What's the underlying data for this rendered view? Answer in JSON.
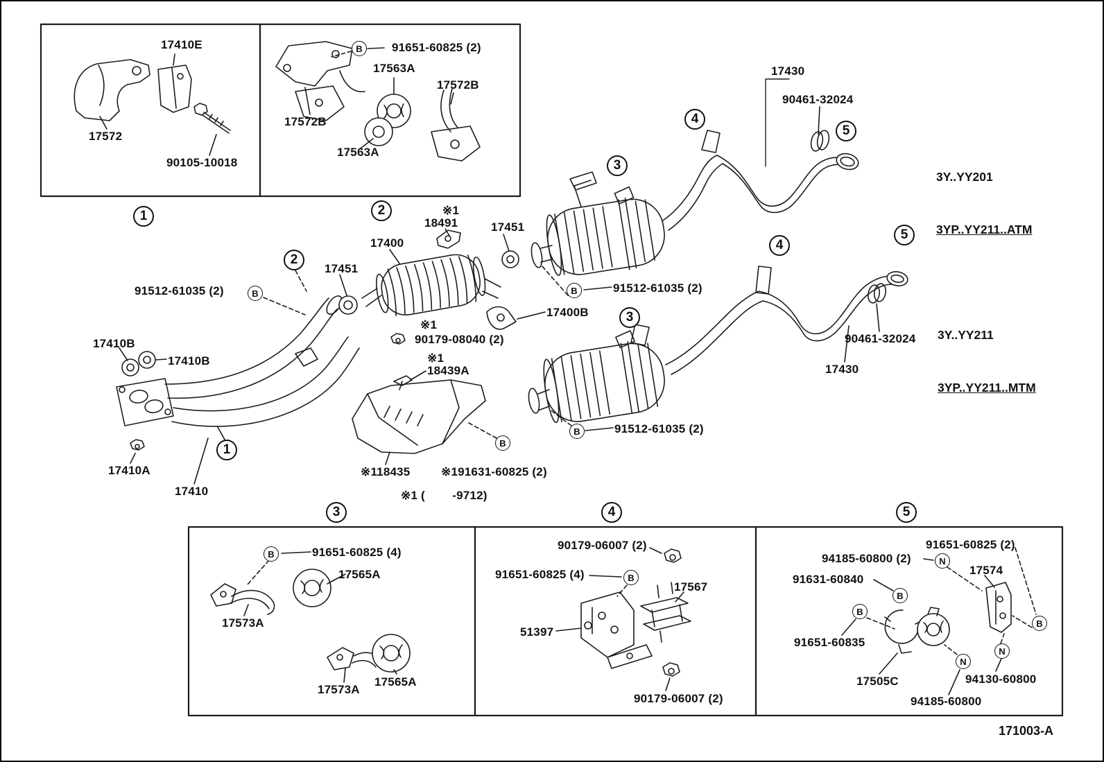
{
  "doc": {
    "number": "171003-A"
  },
  "sym": {
    "b": "B",
    "n": "N"
  },
  "nums": {
    "n1": "1",
    "n2": "2",
    "n3": "3",
    "n4": "4",
    "n5": "5"
  },
  "variants": {
    "atm1": "3Y..YY201",
    "atm2": "3YP..YY211..ATM",
    "mtm1": "3Y..YY211",
    "mtm2": "3YP..YY211..MTM"
  },
  "inset1": {
    "p17410e": "17410E",
    "p17572": "17572",
    "p90105": "90105-10018"
  },
  "inset2": {
    "p91651": "91651-60825 (2)",
    "p17563a_top": "17563A",
    "p17572b_right": "17572B",
    "p17572b_left": "17572B",
    "p17563a_bottom": "17563A"
  },
  "main": {
    "p17430_top": "17430",
    "p90461_top": "90461-32024",
    "note18491": "※1",
    "p18491": "18491",
    "p17451_right": "17451",
    "p17400": "17400",
    "p17451_left": "17451",
    "p91512_left": "91512-61035 (2)",
    "p91512_top": "91512-61035 (2)",
    "p17410b_a": "17410B",
    "p17410b_b": "17410B",
    "p17400b": "17400B",
    "note_nut": "※1",
    "p90179_08040": "90179-08040 (2)",
    "p90461_bottom": "90461-32024",
    "p17430_bottom": "17430",
    "note18439": "※1",
    "p18439a": "18439A",
    "p91512_bottom": "91512-61035 (2)",
    "p17410a": "17410A",
    "p17410": "17410",
    "p18435": "※118435",
    "p91631": "※191631-60825 (2)",
    "footnote": "※1 (        -9712)"
  },
  "inset3": {
    "p91651": "91651-60825 (4)",
    "p17565a_top": "17565A",
    "p17573a_top": "17573A",
    "p17573a_bottom": "17573A",
    "p17565a_bottom": "17565A"
  },
  "inset4": {
    "p90179_top": "90179-06007 (2)",
    "p91651": "91651-60825 (4)",
    "p17567": "17567",
    "p51397": "51397",
    "p90179_bottom": "90179-06007 (2)"
  },
  "inset5": {
    "p91651_60825": "91651-60825 (2)",
    "p94185_2": "94185-60800 (2)",
    "p17574": "17574",
    "p91631_60840": "91631-60840",
    "p91651_60835": "91651-60835",
    "p17505c": "17505C",
    "p94130": "94130-60800",
    "p94185": "94185-60800"
  }
}
